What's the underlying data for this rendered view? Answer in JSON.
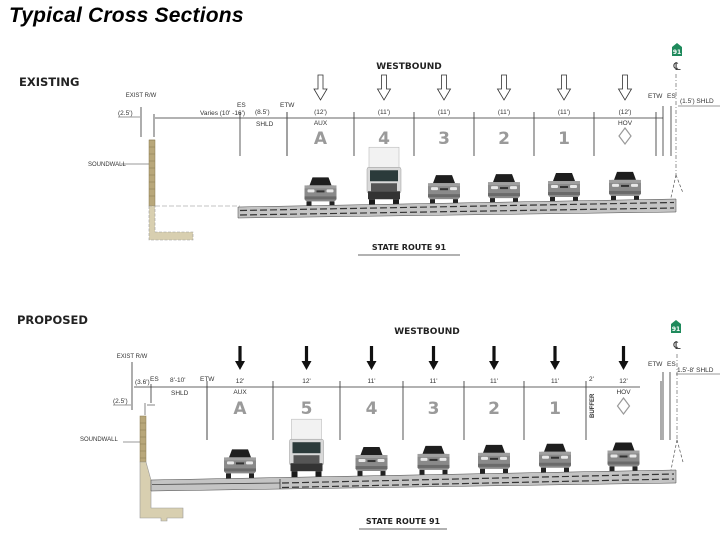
{
  "title": "Typical Cross Sections",
  "route_shield_number": "91",
  "centerline_symbol": "℄",
  "colors": {
    "shield": "#1f8a5c",
    "soundwall": "#b8a77a",
    "footing": "#d8cfb0",
    "pavement": "#bdbdbd",
    "lane_number": "#9a9a9a"
  },
  "existing": {
    "label": "EXISTING",
    "direction": "WESTBOUND",
    "exist_rw": "EXIST R/W",
    "offset_rw": "(2.5')",
    "varies": "Varies (10' -16')",
    "es": "ES",
    "shoulder_width": "(8.5')",
    "shoulder_label": "SHLD",
    "etw": "ETW",
    "right_etw": "ETW",
    "right_es": "ES",
    "right_shoulder": "(1.5') SHLD",
    "soundwall": "SOUNDWALL",
    "route_label": "STATE ROUTE 91",
    "arrow_style": "outline",
    "lanes": [
      {
        "id": "A",
        "width": "(12')",
        "type": "AUX",
        "vehicle": "car"
      },
      {
        "id": "4",
        "width": "(11')",
        "type": "",
        "vehicle": "truck"
      },
      {
        "id": "3",
        "width": "(11')",
        "type": "",
        "vehicle": "car"
      },
      {
        "id": "2",
        "width": "(11')",
        "type": "",
        "vehicle": "car"
      },
      {
        "id": "1",
        "width": "(11')",
        "type": "",
        "vehicle": "car"
      },
      {
        "id": "◇",
        "width": "(12')",
        "type": "HOV",
        "vehicle": "car"
      }
    ]
  },
  "proposed": {
    "label": "PROPOSED",
    "direction": "WESTBOUND",
    "exist_rw": "EXIST R/W",
    "offset_rw": "(2.5')",
    "offset_es": "(3.6')",
    "es": "ES",
    "shoulder_width": "8'-10'",
    "shoulder_label": "SHLD",
    "etw": "ETW",
    "buffer_width": "2'",
    "buffer_label": "BUFFER",
    "right_etw": "ETW",
    "right_es": "ES",
    "right_shoulder": "1.5'-8' SHLD",
    "soundwall": "SOUNDWALL",
    "route_label": "STATE ROUTE 91",
    "arrow_style": "solid",
    "lanes": [
      {
        "id": "A",
        "width": "12'",
        "type": "AUX",
        "vehicle": "car"
      },
      {
        "id": "5",
        "width": "12'",
        "type": "",
        "vehicle": "truck"
      },
      {
        "id": "4",
        "width": "11'",
        "type": "",
        "vehicle": "car"
      },
      {
        "id": "3",
        "width": "11'",
        "type": "",
        "vehicle": "car"
      },
      {
        "id": "2",
        "width": "11'",
        "type": "",
        "vehicle": "car"
      },
      {
        "id": "1",
        "width": "11'",
        "type": "",
        "vehicle": "car"
      },
      {
        "id": "◇",
        "width": "12'",
        "type": "HOV",
        "vehicle": "car"
      }
    ]
  }
}
